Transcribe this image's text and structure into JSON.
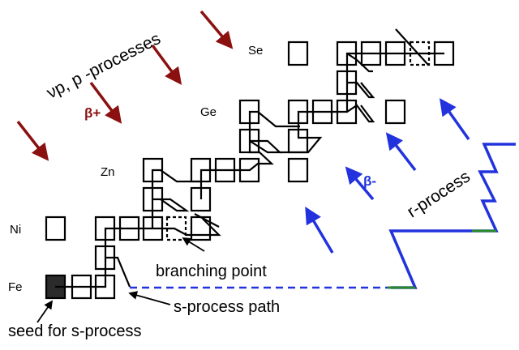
{
  "elements": {
    "se": "Se",
    "ge": "Ge",
    "zn": "Zn",
    "ni": "Ni",
    "fe": "Fe"
  },
  "labels": {
    "nu_p_processes": "νp, p -processes",
    "beta_plus": "β+",
    "beta_minus": "β-",
    "r_process": "r-process",
    "branching_point": "branching point",
    "s_process_path": "s-process path",
    "seed": "seed for s-process"
  },
  "colors": {
    "box": "#000000",
    "seed_fill": "#2b2b2b",
    "beta_plus_arrow": "#8b1010",
    "beta_plus_text": "#8b1010",
    "beta_minus_arrow": "#2233dd",
    "beta_minus_text": "#2233dd",
    "r_process_line": "#2233dd",
    "r_process_marks": "#2a8a2a"
  }
}
